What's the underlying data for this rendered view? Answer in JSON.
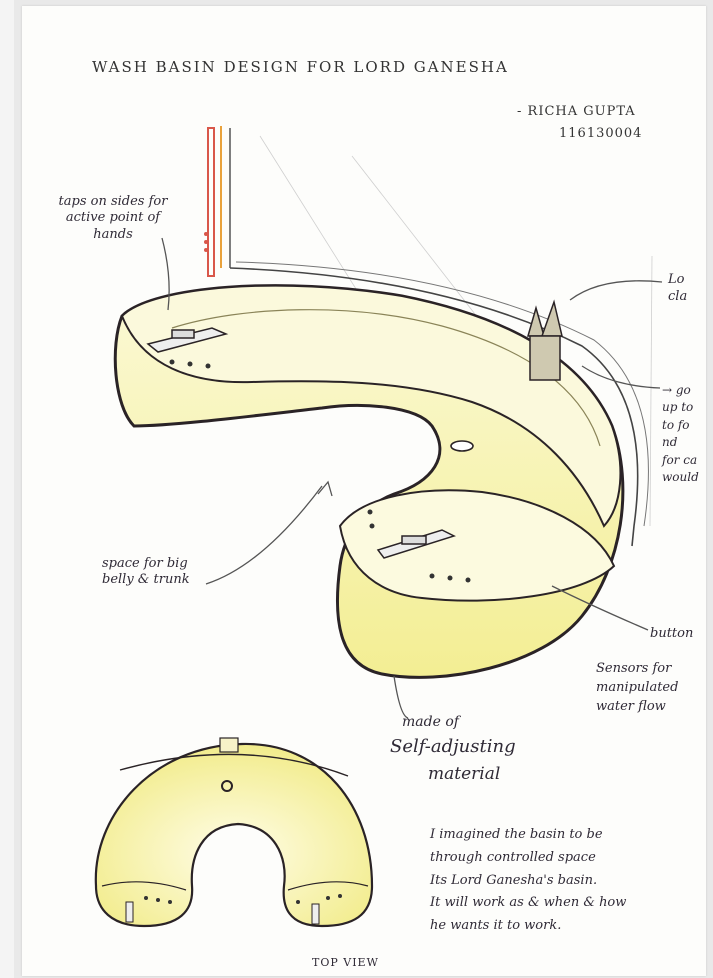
{
  "sheet": {
    "title": "WASH BASIN DESIGN FOR LORD GANESHA",
    "author": "- RICHA GUPTA",
    "roll_no": "116130004"
  },
  "notes": {
    "taps": "taps on sides for active point of hands",
    "space": "space for big belly & trunk",
    "made_of": "made of",
    "self_adjusting": "Self-adjusting",
    "material": "material",
    "button": "button",
    "sensors_lines": [
      "Sensors for",
      "manipulated",
      "water flow"
    ],
    "right_top_lines": [
      "Lo",
      "cla"
    ],
    "right_mid_lines": [
      "→ go",
      "up to",
      "to fo",
      "nd",
      "for ca",
      "would"
    ],
    "top_view": "TOP VIEW",
    "paragraph_lines": [
      "I imagined the basin to be",
      "through controlled space",
      "Its Lord Ganesha's basin.",
      "It will work as & when & how",
      "he wants it to work."
    ]
  },
  "colors": {
    "paper": "#fdfdfb",
    "ink": "#2f2a36",
    "basin_fill": "#f6f2a6",
    "basin_light": "#fbf9d6",
    "pipe_red": "#d9574a",
    "pipe_orange": "#e9a23c"
  }
}
